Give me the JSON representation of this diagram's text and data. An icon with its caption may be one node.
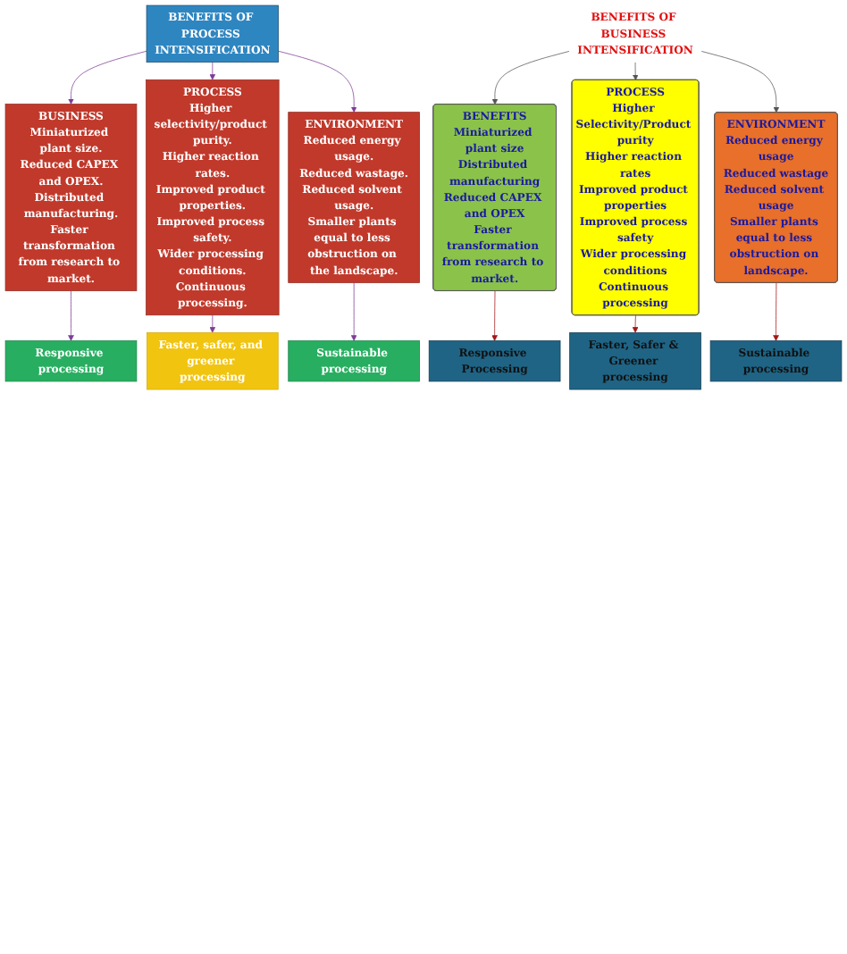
{
  "diagram": {
    "nodes": [
      {
        "text": [
          "BENEFITS OF PROCESS INTENSIFICATION"
        ]
      },
      {
        "text": [
          "BUSINESS",
          "Miniaturized plant size.",
          "Reduced CAPEX and OPEX.",
          "Distributed manufacturing.",
          "Faster transformation from research to market."
        ]
      },
      {
        "text": [
          "PROCESS",
          "Higher selectivity/product purity.",
          "Higher reaction rates.",
          "Improved product properties.",
          "Improved process safety.",
          "Wider processing conditions.",
          "Continuous processing."
        ]
      },
      {
        "text": [
          "ENVIRONMENT",
          "Reduced energy usage.",
          "Reduced wastage.",
          "Reduced solvent usage.",
          "Smaller plants equal to less obstruction on the landscape."
        ]
      },
      {
        "text": [
          "Responsive processing"
        ]
      },
      {
        "text": [
          "Faster, safer, and greener processing"
        ]
      },
      {
        "text": [
          "Sustainable processing"
        ]
      },
      {
        "text": [
          "BENEFITS OF BUSINESS INTENSIFICATION"
        ]
      },
      {
        "text": [
          "BENEFITS",
          "Miniaturized plant size",
          "Distributed manufacturing",
          "Reduced CAPEX and OPEX",
          "Faster transformation from research to market."
        ]
      },
      {
        "text": [
          "PROCESS",
          "Higher Selectivity/Product purity",
          "Higher reaction rates",
          "Improved product properties",
          "Improved process safety",
          "Wider processing conditions",
          "Continuous processing"
        ]
      },
      {
        "text": [
          "ENVIRONMENT",
          "Reduced energy usage",
          "Reduced wastage",
          "Reduced solvent usage",
          "Smaller plants equal to less obstruction on landscape."
        ]
      },
      {
        "text": [
          "Responsive Processing"
        ]
      },
      {
        "text": [
          "Faster, Safer & Greener processing"
        ]
      },
      {
        "text": [
          "Sustainable processing"
        ]
      }
    ],
    "edges": [
      {
        "from": 0,
        "to": 1,
        "arrow": "to"
      },
      {
        "from": 0,
        "to": 2,
        "arrow": "to"
      },
      {
        "from": 0,
        "to": 3,
        "arrow": "to"
      },
      {
        "from": 1,
        "to": 4,
        "arrow": "to"
      },
      {
        "from": 2,
        "to": 5,
        "arrow": "to"
      },
      {
        "from": 3,
        "to": 6,
        "arrow": "to"
      },
      {
        "from": 7,
        "to": 8,
        "arrow": "to",
        "color": "#555555"
      },
      {
        "from": 7,
        "to": 9,
        "arrow": "to",
        "color": "#555555"
      },
      {
        "from": 7,
        "to": 10,
        "arrow": "to",
        "color": "#555555"
      },
      {
        "from": 8,
        "to": 11,
        "arrow": "to",
        "color": "#a31515"
      },
      {
        "from": 9,
        "to": 12,
        "arrow": "to",
        "color": "#a31515"
      },
      {
        "from": 10,
        "to": 13,
        "arrow": "to",
        "color": "#a31515"
      }
    ]
  }
}
